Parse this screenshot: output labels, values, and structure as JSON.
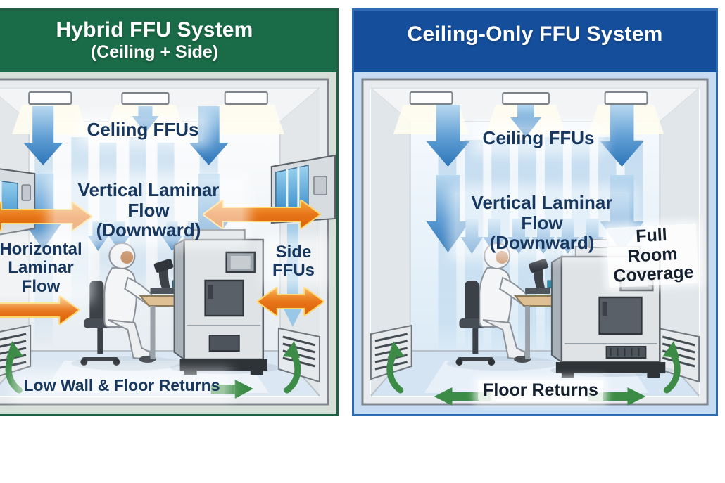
{
  "colors": {
    "header_green": "#1a6b47",
    "border_green": "#1f5f42",
    "panel_bg_left": "#d6dfd8",
    "header_blue": "#154f9c",
    "border_blue": "#2d6cb4",
    "panel_bg_right": "#c7dcf2",
    "label_navy": "#17375f",
    "label_dark": "#15202e",
    "arrow_blue": "#2e76b8",
    "arrow_blue_light": "#aacfeb",
    "arrow_orange": "#e8751a",
    "arrow_orange_light": "#f7a63c",
    "arrow_orange_glow": "#ffd76b",
    "arrow_green": "#3c8c47",
    "floor_blue": "#dbe7f2",
    "room_wall": "#f4f6f7",
    "ffu_panel_blue": "#2f86c6",
    "title_white": "#ffffff"
  },
  "left_panel": {
    "title_line1": "Hybrid FFU System",
    "title_line2": "(Ceiling + Side)",
    "labels": {
      "ceiling_ffus": "Celiing FFUs",
      "vertical_flow": "Vertical Laminar Flow\n(Downward)",
      "horizontal_flow": "Horizontal\nLaminar\nFlow",
      "side_ffus": "Side\nFFUs",
      "bottom": "Low Wall & Floor Returns"
    }
  },
  "right_panel": {
    "title": "Ceiling-Only FFU System",
    "labels": {
      "ceiling_ffus": "Ceiling FFUs",
      "vertical_flow": "Vertical Laminar Flow\n(Downward)",
      "full_room": "Full Room\nCoverage",
      "bottom": "Floor Returns"
    }
  }
}
